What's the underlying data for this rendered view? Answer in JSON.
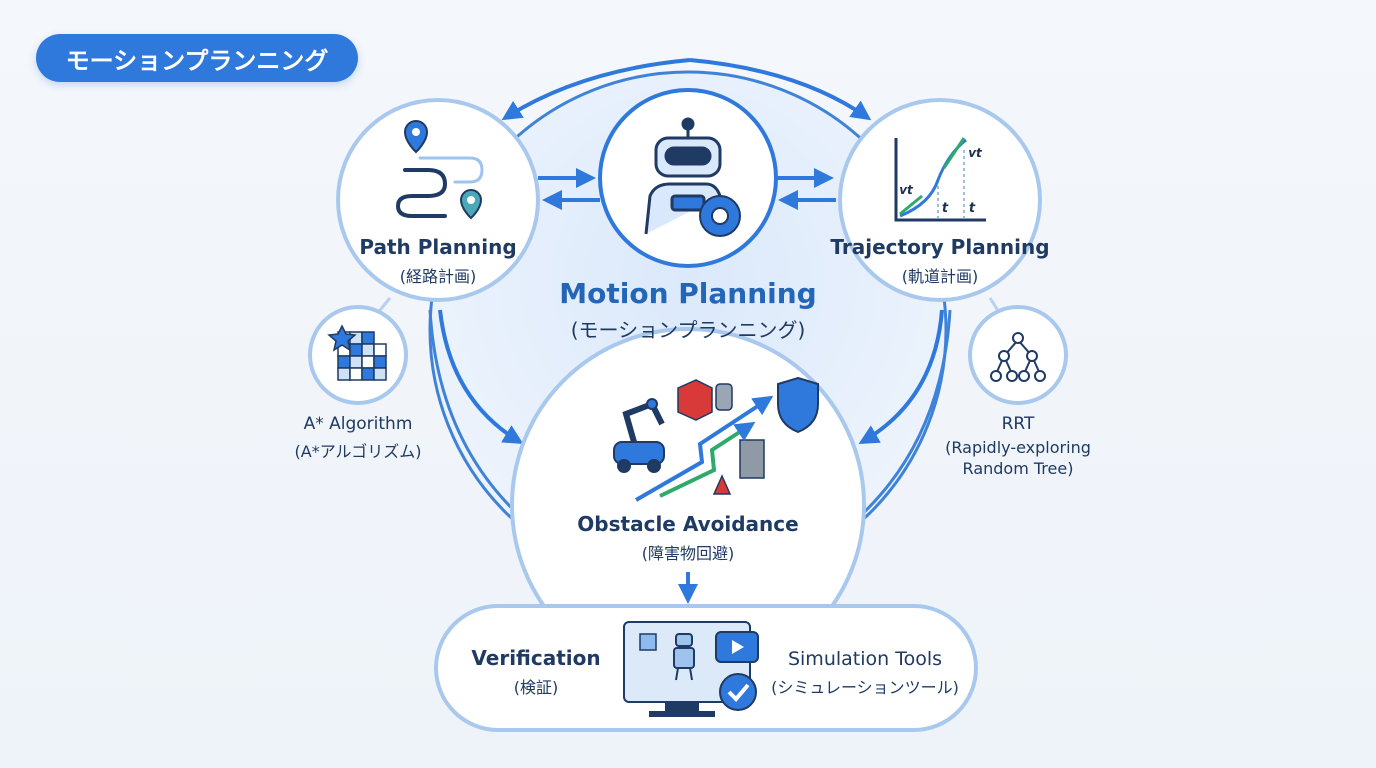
{
  "header": {
    "title": "モーションプランニング"
  },
  "center": {
    "label": "Motion Planning",
    "sub": "(モーションプランニング)"
  },
  "path_planning": {
    "label": "Path Planning",
    "sub": "(経路計画)"
  },
  "trajectory_planning": {
    "label": "Trajectory Planning",
    "sub": "(軌道計画)",
    "graph_labels": {
      "v_top": "vt",
      "v_left": "vt",
      "t_mid": "t",
      "t_right": "t"
    }
  },
  "astar": {
    "label": "A* Algorithm",
    "sub": "(A*アルゴリズム)"
  },
  "rrt": {
    "label": "RRT",
    "sub_line1": "(Rapidly-exploring",
    "sub_line2": "Random Tree)"
  },
  "obstacle": {
    "label": "Obstacle Avoidance",
    "sub": "(障害物回避)"
  },
  "verification": {
    "label": "Verification",
    "sub": "(検証)"
  },
  "simulation": {
    "label": "Simulation Tools",
    "sub": "(シミュレーションツール)"
  },
  "colors": {
    "primary": "#2f78dc",
    "dark": "#1f3a63",
    "accent_green": "#2eaa6a",
    "accent_red": "#d83a3a",
    "accent_teal": "#4aa8b8"
  }
}
